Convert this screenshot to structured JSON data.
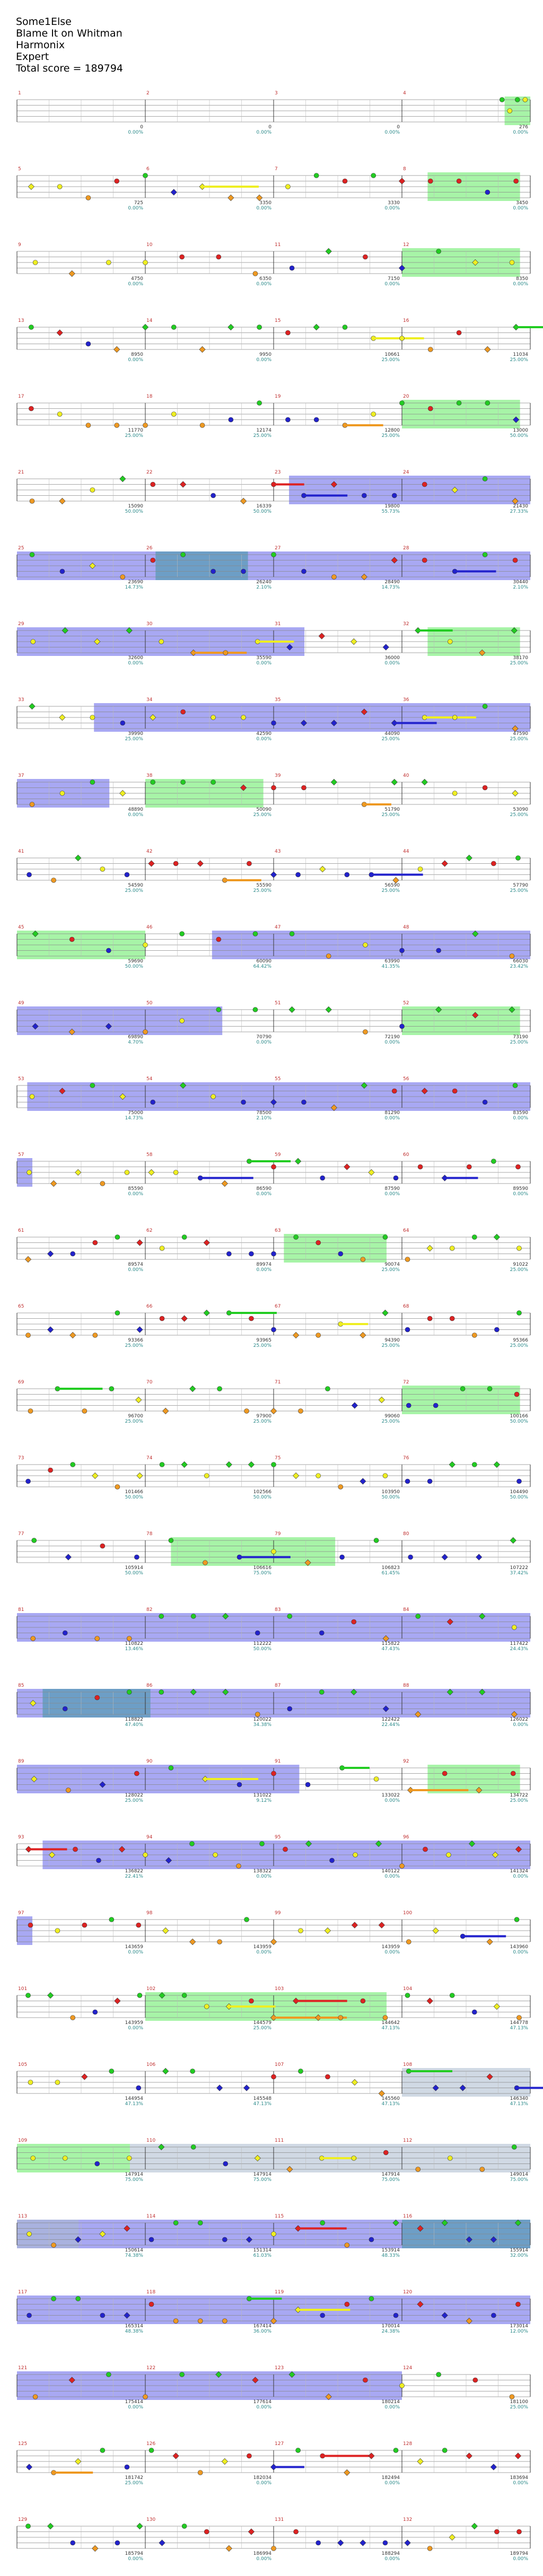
{
  "header": {
    "player": "Some1Else",
    "song": "Blame It on Whitman",
    "band": "Harmonix",
    "difficulty": "Expert",
    "total_score": "Total score = 189794"
  },
  "colors": {
    "green": "#22cc22",
    "red": "#dd2222",
    "yellow": "#eeee22",
    "blue": "#2222cc",
    "orange": "#ee9922",
    "overdrive": "#7777ee",
    "solo": "#77ee77",
    "gridline": "#bbbbbb",
    "score_text": "#2b8a8a"
  },
  "rows": [
    {
      "scores": [
        "0",
        "0",
        "0",
        "276"
      ],
      "pcts": [
        "0.00%",
        "0.00%",
        "0.00%",
        "0.00%"
      ],
      "measures": [
        "1",
        "2",
        "3",
        "4"
      ]
    },
    {
      "scores": [
        "725",
        "3350",
        "3330",
        "3450"
      ],
      "pcts": [
        "0.00%",
        "0.00%",
        "0.00%",
        "0.00%"
      ],
      "measures": [
        "5",
        "6",
        "7",
        "8"
      ]
    },
    {
      "scores": [
        "4750",
        "6350",
        "7150",
        "8350"
      ],
      "pcts": [
        "0.00%",
        "0.00%",
        "0.00%",
        "0.00%"
      ],
      "measures": [
        "9",
        "10",
        "11",
        "12"
      ]
    },
    {
      "scores": [
        "8950",
        "9950",
        "10661",
        "11034"
      ],
      "pcts": [
        "0.00%",
        "0.00%",
        "25.00%",
        "25.00%"
      ],
      "measures": [
        "13",
        "14",
        "15",
        "16"
      ]
    },
    {
      "scores": [
        "11770",
        "12174",
        "12800",
        "13000"
      ],
      "pcts": [
        "25.00%",
        "25.00%",
        "25.00%",
        "50.00%"
      ],
      "measures": [
        "17",
        "18",
        "19",
        "20"
      ]
    },
    {
      "scores": [
        "15090",
        "16339",
        "19800",
        "21430"
      ],
      "pcts": [
        "50.00%",
        "50.00%",
        "55.73%",
        "27.33%"
      ],
      "measures": [
        "21",
        "22",
        "23",
        "24"
      ]
    },
    {
      "scores": [
        "23690",
        "26240",
        "28490",
        "30440"
      ],
      "pcts": [
        "14.73%",
        "2.10%",
        "14.73%",
        "2.10%"
      ],
      "measures": [
        "25",
        "26",
        "27",
        "28"
      ]
    },
    {
      "scores": [
        "32600",
        "35590",
        "36000",
        "38170"
      ],
      "pcts": [
        "0.00%",
        "0.00%",
        "0.00%",
        "25.00%"
      ],
      "measures": [
        "29",
        "30",
        "31",
        "32"
      ]
    },
    {
      "scores": [
        "39990",
        "42590",
        "44090",
        "47590"
      ],
      "pcts": [
        "25.00%",
        "0.00%",
        "25.00%",
        "25.00%"
      ],
      "measures": [
        "33",
        "34",
        "35",
        "36"
      ]
    },
    {
      "scores": [
        "48890",
        "50090",
        "51790",
        "53090"
      ],
      "pcts": [
        "0.00%",
        "25.00%",
        "25.00%",
        "25.00%"
      ],
      "measures": [
        "37",
        "38",
        "39",
        "40"
      ]
    },
    {
      "scores": [
        "54590",
        "55590",
        "56590",
        "57790"
      ],
      "pcts": [
        "25.00%",
        "25.00%",
        "25.00%",
        "25.00%"
      ],
      "measures": [
        "41",
        "42",
        "43",
        "44"
      ]
    },
    {
      "scores": [
        "59690",
        "60090",
        "63990",
        "66030"
      ],
      "pcts": [
        "50.00%",
        "64.42%",
        "41.35%",
        "23.42%"
      ],
      "measures": [
        "45",
        "46",
        "47",
        "48"
      ]
    },
    {
      "scores": [
        "69890",
        "70790",
        "72190",
        "73190"
      ],
      "pcts": [
        "4.70%",
        "0.00%",
        "0.00%",
        "25.00%"
      ],
      "measures": [
        "49",
        "50",
        "51",
        "52"
      ]
    },
    {
      "scores": [
        "75000",
        "78500",
        "81290",
        "83590"
      ],
      "pcts": [
        "14.73%",
        "2.10%",
        "0.00%",
        "0.00%"
      ],
      "measures": [
        "53",
        "54",
        "55",
        "56"
      ]
    },
    {
      "scores": [
        "85590",
        "86590",
        "87590",
        "89590"
      ],
      "pcts": [
        "0.00%",
        "0.00%",
        "0.00%",
        "0.00%"
      ],
      "measures": [
        "57",
        "58",
        "59",
        "60"
      ]
    },
    {
      "scores": [
        "89574",
        "89974",
        "90074",
        "91022"
      ],
      "pcts": [
        "0.00%",
        "0.00%",
        "25.00%",
        "25.00%"
      ],
      "measures": [
        "61",
        "62",
        "63",
        "64"
      ]
    },
    {
      "scores": [
        "93366",
        "93965",
        "94390",
        "95366"
      ],
      "pcts": [
        "25.00%",
        "25.00%",
        "25.00%",
        "25.00%"
      ],
      "measures": [
        "65",
        "66",
        "67",
        "68"
      ]
    },
    {
      "scores": [
        "96700",
        "97900",
        "99060",
        "100166"
      ],
      "pcts": [
        "25.00%",
        "25.00%",
        "25.00%",
        "50.00%"
      ],
      "measures": [
        "69",
        "70",
        "71",
        "72"
      ]
    },
    {
      "scores": [
        "101466",
        "102566",
        "103950",
        "104490"
      ],
      "pcts": [
        "50.00%",
        "50.00%",
        "50.00%",
        "50.00%"
      ],
      "measures": [
        "73",
        "74",
        "75",
        "76"
      ]
    },
    {
      "scores": [
        "105914",
        "106616",
        "106823",
        "107222"
      ],
      "pcts": [
        "50.00%",
        "75.00%",
        "61.45%",
        "37.42%"
      ],
      "measures": [
        "77",
        "78",
        "79",
        "80"
      ]
    },
    {
      "scores": [
        "110822",
        "112222",
        "115822",
        "117422"
      ],
      "pcts": [
        "13.46%",
        "50.00%",
        "47.43%",
        "24.43%"
      ],
      "measures": [
        "81",
        "82",
        "83",
        "84"
      ]
    },
    {
      "scores": [
        "118822",
        "120022",
        "122422",
        "126022"
      ],
      "pcts": [
        "47.40%",
        "34.38%",
        "22.44%",
        "0.00%"
      ],
      "measures": [
        "85",
        "86",
        "87",
        "88"
      ]
    },
    {
      "scores": [
        "128022",
        "131022",
        "133022",
        "134722"
      ],
      "pcts": [
        "25.00%",
        "9.12%",
        "0.00%",
        "25.00%"
      ],
      "measures": [
        "89",
        "90",
        "91",
        "92"
      ]
    },
    {
      "scores": [
        "136822",
        "138322",
        "140122",
        "141324"
      ],
      "pcts": [
        "22.41%",
        "0.00%",
        "0.00%",
        "0.00%"
      ],
      "measures": [
        "93",
        "94",
        "95",
        "96"
      ]
    },
    {
      "scores": [
        "143659",
        "143959",
        "143959",
        "143960"
      ],
      "pcts": [
        "0.00%",
        "0.00%",
        "0.00%",
        "0.00%"
      ],
      "measures": [
        "97",
        "98",
        "99",
        "100"
      ]
    },
    {
      "scores": [
        "143959",
        "144579",
        "144642",
        "144778"
      ],
      "pcts": [
        "0.00%",
        "25.00%",
        "47.13%",
        "47.13%"
      ],
      "measures": [
        "101",
        "102",
        "103",
        "104"
      ]
    },
    {
      "scores": [
        "144954",
        "145548",
        "145560",
        "146340"
      ],
      "pcts": [
        "47.13%",
        "47.13%",
        "47.13%",
        "47.13%"
      ],
      "measures": [
        "105",
        "106",
        "107",
        "108"
      ]
    },
    {
      "scores": [
        "147914",
        "147914",
        "147914",
        "149014"
      ],
      "pcts": [
        "75.00%",
        "75.00%",
        "75.00%",
        "75.00%"
      ],
      "measures": [
        "109",
        "110",
        "111",
        "112"
      ]
    },
    {
      "scores": [
        "150614",
        "151314",
        "153914",
        "155914"
      ],
      "pcts": [
        "74.38%",
        "61.03%",
        "48.33%",
        "32.00%"
      ],
      "measures": [
        "113",
        "114",
        "115",
        "116"
      ]
    },
    {
      "scores": [
        "165314",
        "167414",
        "170014",
        "173014"
      ],
      "pcts": [
        "48.38%",
        "36.00%",
        "24.38%",
        "12.00%"
      ],
      "measures": [
        "117",
        "118",
        "119",
        "120"
      ]
    },
    {
      "scores": [
        "175414",
        "177614",
        "180214",
        "181100"
      ],
      "pcts": [
        "0.00%",
        "0.00%",
        "0.00%",
        "25.00%"
      ],
      "measures": [
        "121",
        "122",
        "123",
        "124"
      ]
    },
    {
      "scores": [
        "181742",
        "182034",
        "182494",
        "183694"
      ],
      "pcts": [
        "25.00%",
        "0.00%",
        "0.00%",
        "0.00%"
      ],
      "measures": [
        "125",
        "126",
        "127",
        "128"
      ]
    },
    {
      "scores": [
        "185794",
        "186994",
        "188294",
        "189794"
      ],
      "pcts": [
        "0.00%",
        "0.00%",
        "0.00%",
        "0.00%"
      ],
      "measures": [
        "129",
        "130",
        "131",
        "132"
      ]
    }
  ],
  "row_shading": [
    [
      [
        0.95,
        1.0,
        "solo"
      ]
    ],
    [
      [
        0.8,
        0.98,
        "solo"
      ]
    ],
    [
      [
        0.75,
        0.98,
        "solo"
      ]
    ],
    [],
    [
      [
        0.75,
        0.98,
        "solo"
      ]
    ],
    [
      [
        0.53,
        1.0,
        "overdrive"
      ]
    ],
    [
      [
        0.0,
        1.0,
        "overdrive"
      ],
      [
        0.27,
        0.45,
        "both"
      ]
    ],
    [
      [
        0.0,
        0.56,
        "overdrive"
      ],
      [
        0.8,
        0.98,
        "solo"
      ]
    ],
    [
      [
        0.15,
        1.0,
        "overdrive"
      ]
    ],
    [
      [
        0.0,
        0.18,
        "overdrive"
      ],
      [
        0.25,
        0.48,
        "solo"
      ]
    ],
    [],
    [
      [
        0.0,
        0.25,
        "solo"
      ],
      [
        0.38,
        1.0,
        "overdrive"
      ]
    ],
    [
      [
        0.0,
        0.4,
        "overdrive"
      ],
      [
        0.75,
        0.98,
        "solo"
      ]
    ],
    [
      [
        0.02,
        1.0,
        "overdrive"
      ]
    ],
    [
      [
        0.0,
        0.03,
        "overdrive"
      ]
    ],
    [
      [
        0.52,
        0.72,
        "solo"
      ]
    ],
    [],
    [
      [
        0.75,
        0.98,
        "solo"
      ]
    ],
    [],
    [
      [
        0.3,
        0.62,
        "solo"
      ]
    ],
    [
      [
        0.0,
        1.0,
        "overdrive"
      ]
    ],
    [
      [
        0.0,
        1.0,
        "overdrive"
      ],
      [
        0.05,
        0.26,
        "both"
      ]
    ],
    [
      [
        0.0,
        0.55,
        "overdrive"
      ],
      [
        0.8,
        0.98,
        "solo"
      ]
    ],
    [
      [
        0.05,
        1.0,
        "overdrive"
      ]
    ],
    [
      [
        0.0,
        0.03,
        "overdrive"
      ]
    ],
    [
      [
        0.25,
        0.72,
        "solo"
      ]
    ],
    [
      [
        0.75,
        1.0,
        "gray"
      ]
    ],
    [
      [
        0.0,
        0.22,
        "solo"
      ],
      [
        0.22,
        1.0,
        "gray"
      ]
    ],
    [
      [
        0.0,
        1.0,
        "overdrive"
      ],
      [
        0.0,
        0.12,
        "gray"
      ],
      [
        0.75,
        1.0,
        "both"
      ]
    ],
    [
      [
        0.0,
        1.0,
        "overdrive"
      ]
    ],
    [
      [
        0.0,
        0.75,
        "overdrive"
      ]
    ],
    [],
    []
  ]
}
